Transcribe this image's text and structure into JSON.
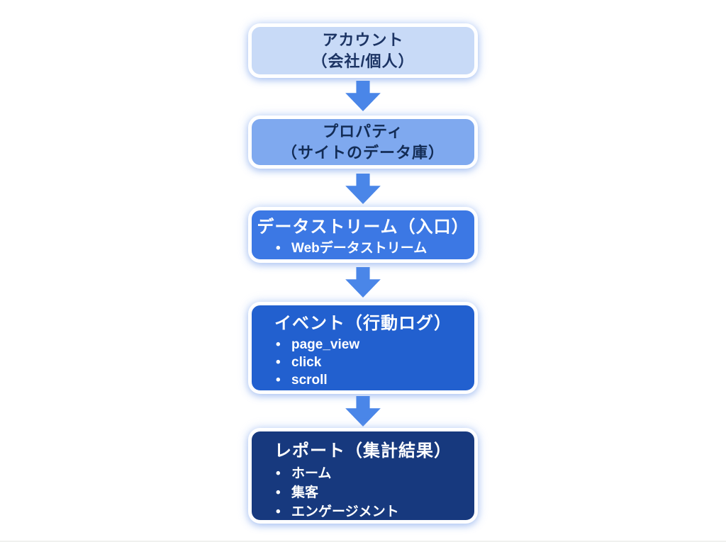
{
  "ui": {
    "bullet_glyph": "•",
    "arrow_color": "#4a86e8",
    "background_color": "#ffffff"
  },
  "boxes": [
    {
      "id": "account",
      "title_line1": "アカウント",
      "title_line2": "（会社/個人）",
      "bg": "#c8daf7",
      "text_color": "#1c3464",
      "bullets": []
    },
    {
      "id": "property",
      "title_line1": "プロパティ",
      "title_line2": "（サイトのデータ庫）",
      "bg": "#7fa9ef",
      "text_color": "#132c55",
      "bullets": []
    },
    {
      "id": "data-stream",
      "title": "データストリーム（入口）",
      "bg": "#3c78e4",
      "text_color": "#ffffff",
      "bullets": [
        "Webデータストリーム"
      ]
    },
    {
      "id": "event",
      "title": "イベント（行動ログ）",
      "bg": "#2260cf",
      "text_color": "#ffffff",
      "bullets": [
        "page_view",
        "click",
        "scroll"
      ]
    },
    {
      "id": "report",
      "title": "レポート（集計結果）",
      "bg": "#17397e",
      "text_color": "#ffffff",
      "bullets": [
        "ホーム",
        "集客",
        "エンゲージメント"
      ]
    }
  ]
}
